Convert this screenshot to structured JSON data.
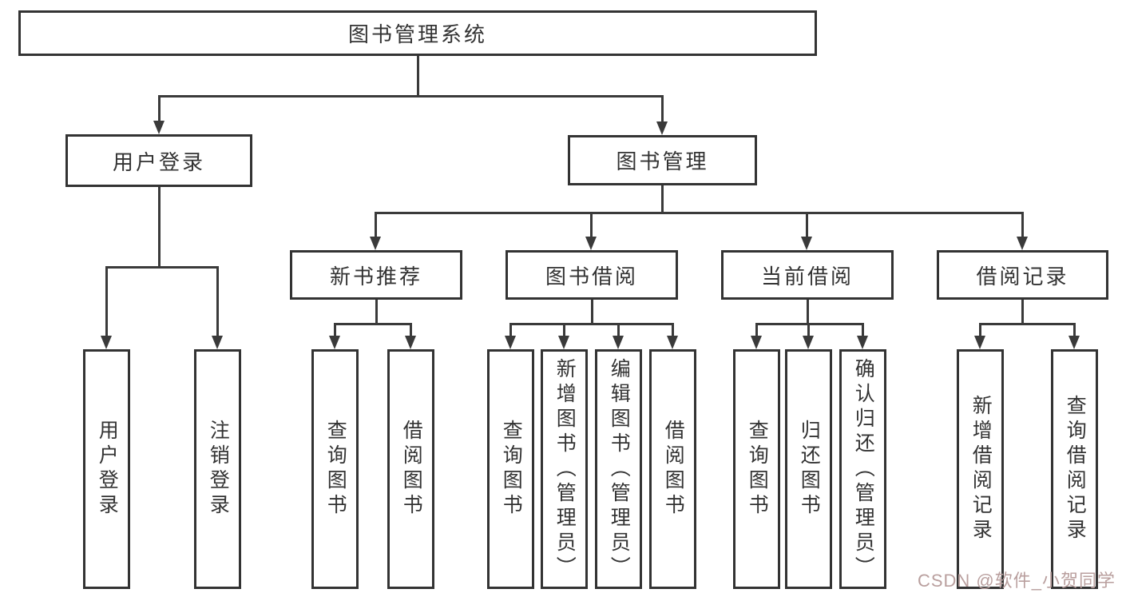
{
  "colors": {
    "background": "#ffffff",
    "line": "#3a3a3a",
    "border": "#333333",
    "text": "#333333",
    "watermark": "#b99f9e"
  },
  "tree": {
    "root": {
      "label": "图书管理系统"
    },
    "children": [
      {
        "label": "用户登录",
        "children": [
          {
            "label": "用户登录"
          },
          {
            "label": "注销登录"
          }
        ]
      },
      {
        "label": "图书管理",
        "children": [
          {
            "label": "新书推荐",
            "children": [
              {
                "label": "查询图书"
              },
              {
                "label": "借阅图书"
              }
            ]
          },
          {
            "label": "图书借阅",
            "children": [
              {
                "label": "查询图书"
              },
              {
                "label": "新增图书（管理员）"
              },
              {
                "label": "编辑图书（管理员）"
              },
              {
                "label": "借阅图书"
              }
            ]
          },
          {
            "label": "当前借阅",
            "children": [
              {
                "label": "查询图书"
              },
              {
                "label": "归还图书"
              },
              {
                "label": "确认归还（管理员）"
              }
            ]
          },
          {
            "label": "借阅记录",
            "children": [
              {
                "label": "新增借阅记录"
              },
              {
                "label": "查询借阅记录"
              }
            ]
          }
        ]
      }
    ]
  },
  "watermark": {
    "text": "CSDN @软件_小贺同学"
  }
}
